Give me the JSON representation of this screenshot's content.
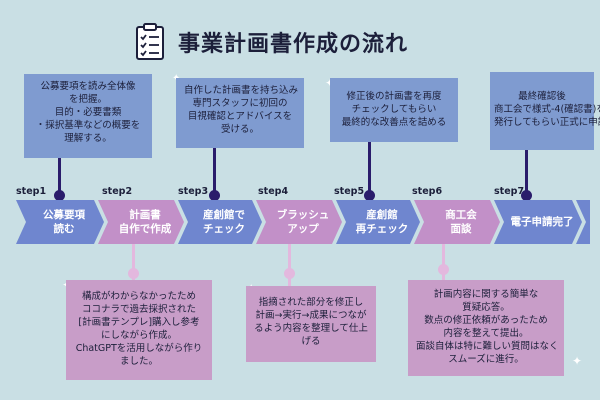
{
  "title": "事業計画書作成の流れ",
  "icon": "checklist-clipboard-icon",
  "colors": {
    "background": "#c9dfe4",
    "blue": "#7f9bd0",
    "pink": "#c89dc8",
    "arrow_blue": "#6f86cf",
    "arrow_pink": "#c290c8",
    "navy": "#2a1c6b",
    "pink_dot": "#e3b8de"
  },
  "steps": [
    {
      "label": "step1",
      "name_line1": "公募要項",
      "name_line2": "読む",
      "color": "blue"
    },
    {
      "label": "step2",
      "name_line1": "計画書",
      "name_line2": "自作で作成",
      "color": "pink"
    },
    {
      "label": "step3",
      "name_line1": "産創館で",
      "name_line2": "チェック",
      "color": "blue"
    },
    {
      "label": "step4",
      "name_line1": "ブラッシュ",
      "name_line2": "アップ",
      "color": "pink"
    },
    {
      "label": "step5",
      "name_line1": "産創館",
      "name_line2": "再チェック",
      "color": "blue"
    },
    {
      "label": "step6",
      "name_line1": "商工会",
      "name_line2": "面談",
      "color": "pink"
    },
    {
      "label": "step7",
      "name_line1": "電子申請完了",
      "name_line2": "",
      "color": "blue"
    }
  ],
  "notes_top": [
    {
      "step": "step1",
      "lines": [
        "公募要項を読み全体像",
        "を把握。",
        "目的・必要書類",
        "・採択基準などの概要を",
        "理解する。"
      ]
    },
    {
      "step": "step3",
      "lines": [
        "自作した計画書を持ち込み",
        "専門スタッフに初回の",
        "目視確認とアドバイスを",
        "受ける。"
      ]
    },
    {
      "step": "step5",
      "lines": [
        "修正後の計画書を再度",
        "チェックしてもらい",
        "最終的な改善点を詰める"
      ]
    },
    {
      "step": "step7",
      "lines": [
        "最終確認後",
        "商工会で様式-4(確認書)を",
        "発行してもらい正式に申請"
      ]
    }
  ],
  "notes_bottom": [
    {
      "step": "step2",
      "lines": [
        "構成がわからなかったため",
        "ココナラで過去採択された",
        "[計画書テンプレ]購入し参考",
        "にしながら作成。",
        "ChatGPTを活用しながら作り",
        "ました。"
      ]
    },
    {
      "step": "step4",
      "lines": [
        "指摘された部分を修正し",
        "計画→実行→成果につなが",
        "るよう内容を整理して仕上",
        "げる"
      ]
    },
    {
      "step": "step6",
      "lines": [
        "計画内容に関する簡単な",
        "質疑応答。",
        "数点の修正依頼があったため",
        "内容を整えて提出。",
        "面談自体は特に難しい質問はなく",
        "スムーズに進行。"
      ]
    }
  ]
}
